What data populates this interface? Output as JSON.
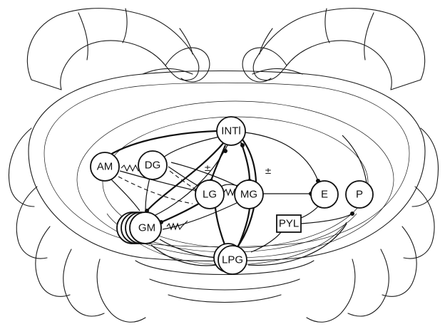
{
  "diagram": {
    "neurons": [
      {
        "id": "INT1",
        "label": "INTl"
      },
      {
        "id": "AM",
        "label": "AM"
      },
      {
        "id": "DG",
        "label": "DG"
      },
      {
        "id": "LG",
        "label": "LG"
      },
      {
        "id": "MG",
        "label": "MG"
      },
      {
        "id": "E",
        "label": "E"
      },
      {
        "id": "P",
        "label": "P"
      },
      {
        "id": "GM",
        "label": "GM"
      },
      {
        "id": "LPG",
        "label": "LPG"
      },
      {
        "id": "PYL",
        "label": "PYL"
      }
    ],
    "signs": {
      "mg_sign": "±",
      "lg_sign": "±"
    }
  }
}
